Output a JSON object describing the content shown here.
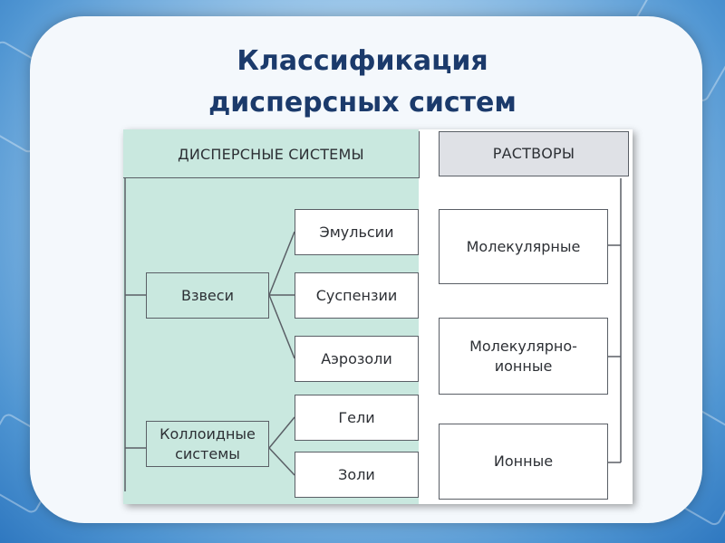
{
  "title": {
    "line1": "Классификация",
    "line2": "дисперсных систем"
  },
  "left": {
    "header": "ДИСПЕРСНЫЕ СИСТЕМЫ",
    "suspensions": {
      "label": "Взвеси",
      "children": [
        "Эмульсии",
        "Суспензии",
        "Аэрозоли"
      ]
    },
    "colloids": {
      "label": "Коллоидные системы",
      "children": [
        "Гели",
        "Золи"
      ]
    }
  },
  "right": {
    "header": "РАСТВОРЫ",
    "children": [
      "Молекулярные",
      "Молекулярно-ионные",
      "Ионные"
    ]
  },
  "colors": {
    "title": "#1b3a6b",
    "panel": "#c9e8df",
    "box_border": "#5a5f66",
    "solutions_header": "#dfe1e6"
  }
}
